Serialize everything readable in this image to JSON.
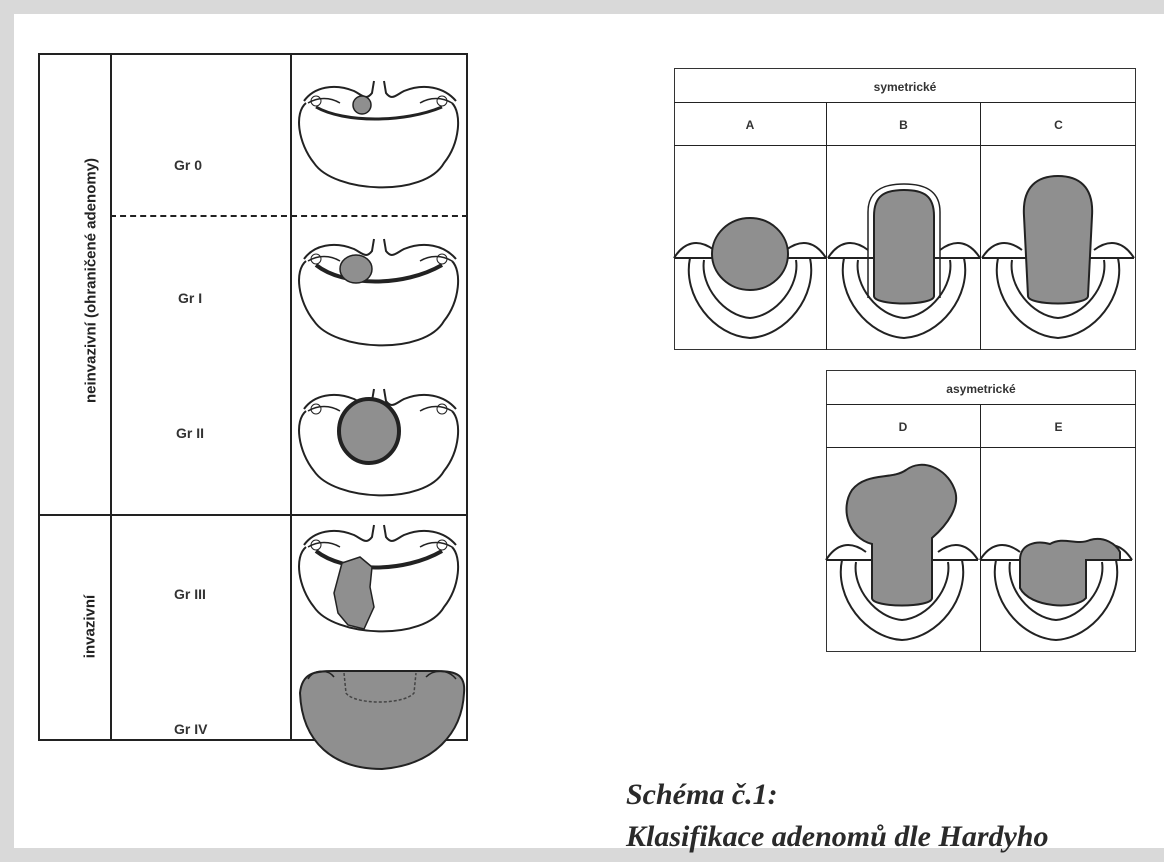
{
  "left_table": {
    "group_noninvasive": "neinvazivní (ohraničené adenomy)",
    "group_invasive": "invazivní",
    "grades": [
      "Gr 0",
      "Gr I",
      "Gr II",
      "Gr III",
      "Gr IV"
    ]
  },
  "right_top": {
    "header": "symetrické",
    "columns": [
      "A",
      "B",
      "C"
    ]
  },
  "right_bottom": {
    "header": "asymetrické",
    "columns": [
      "D",
      "E"
    ]
  },
  "caption": {
    "line1": "Schéma č.1:",
    "line2": "Klasifikace adenomů dle Hardyho"
  },
  "colors": {
    "tumor": "#8f8f8f",
    "line": "#222222"
  }
}
